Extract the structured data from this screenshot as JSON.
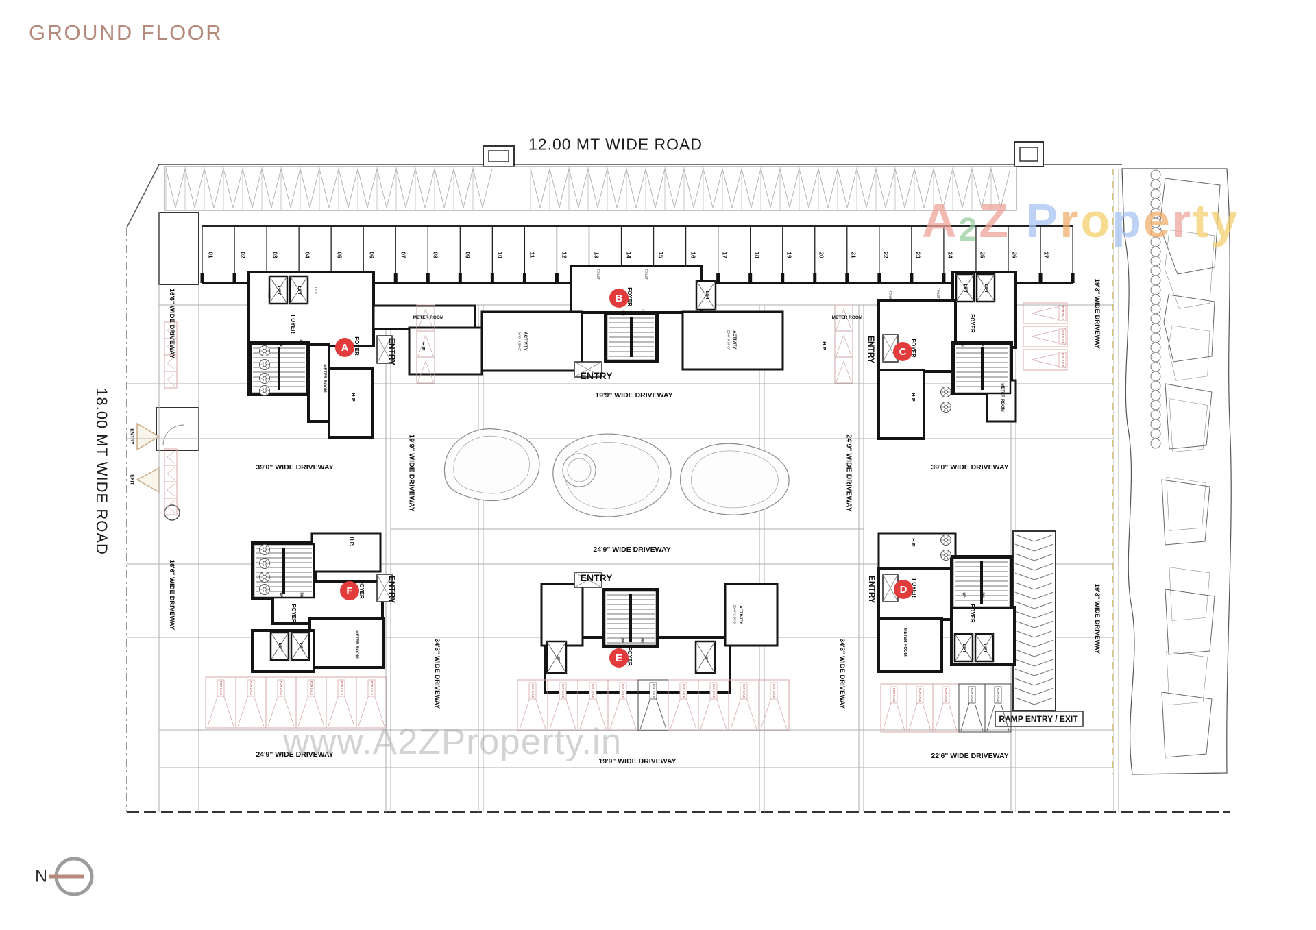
{
  "title": "GROUND FLOOR",
  "roads": {
    "top": "12.00 MT WIDE ROAD",
    "left": "18.00 MT WIDE ROAD"
  },
  "north": {
    "label": "N"
  },
  "watermarks": {
    "a2z_letters": [
      {
        "ch": "A",
        "color": "#f0a39b"
      },
      {
        "ch": "2",
        "color": "#97cfa0"
      },
      {
        "ch": "Z",
        "color": "#f0a39b"
      },
      {
        "ch": " ",
        "color": "#ffffff"
      },
      {
        "ch": "P",
        "color": "#a7c4f2"
      },
      {
        "ch": "r",
        "color": "#f2b06e"
      },
      {
        "ch": "o",
        "color": "#f5cf6d"
      },
      {
        "ch": "p",
        "color": "#a7c4f2"
      },
      {
        "ch": "e",
        "color": "#f2ae6c"
      },
      {
        "ch": "r",
        "color": "#f0a8a0"
      },
      {
        "ch": "t",
        "color": "#f5d06e"
      },
      {
        "ch": "y",
        "color": "#f5d06e"
      }
    ],
    "site": "www.A2ZProperty.in"
  },
  "shops": {
    "numbers": [
      "01",
      "02",
      "03",
      "04",
      "05",
      "06",
      "07",
      "08",
      "09",
      "10",
      "11",
      "12",
      "13",
      "14",
      "15",
      "16",
      "17",
      "18",
      "19",
      "20",
      "21",
      "22",
      "23",
      "24",
      "25",
      "26",
      "27"
    ]
  },
  "blocks": [
    {
      "id": "A"
    },
    {
      "id": "B"
    },
    {
      "id": "C"
    },
    {
      "id": "D"
    },
    {
      "id": "E"
    },
    {
      "id": "F"
    }
  ],
  "strings": {
    "entry": "ENTRY",
    "exit": "EXIT",
    "foyer": "FOYER",
    "lift": "LIFT",
    "toilet": "TOILET",
    "meter_room": "METER ROOM",
    "hp": "H.P.",
    "activity": "ACTIVITY",
    "activity_dim": "20'-0\" X 34'-3\"",
    "up": "UP",
    "dn": "DN",
    "for_sale": "FOR SALE",
    "ramp": "RAMP ENTRY / EXIT"
  },
  "driveways": {
    "d199_top": "19'9\" WIDE DRIVEWAY",
    "d390_left": "39'0\" WIDE DRIVEWAY",
    "d390_right": "39'0\" WIDE DRIVEWAY",
    "d199_v": "19'9\" WIDE DRIVEWAY",
    "d249_v": "24'9\" WIDE DRIVEWAY",
    "d249_mid": "24'9\" WIDE DRIVEWAY",
    "d166_left_top": "16'6\" WIDE DRIVEWAY",
    "d166_left_bottom": "16'6\" WIDE DRIVEWAY",
    "d343_left": "34'3\" WIDE DRIVEWAY",
    "d343_right": "34'3\" WIDE DRIVEWAY",
    "d193_right_top": "19'3\" WIDE DRIVEWAY",
    "d193_right_bottom": "19'3\" WIDE DRIVEWAY",
    "d249_bottom": "24'9\" WIDE DRIVEWAY",
    "d199_bottom": "19'9\" WIDE DRIVEWAY",
    "d226_bottom": "22'6\" WIDE DRIVEWAY"
  },
  "colors": {
    "title": "#b5897c",
    "wall": "#141414",
    "grid": "#aeaeae",
    "stall_pink": "#d9a8a8",
    "block_marker": "#e23b3b",
    "north_ring": "#9c9c9c"
  }
}
